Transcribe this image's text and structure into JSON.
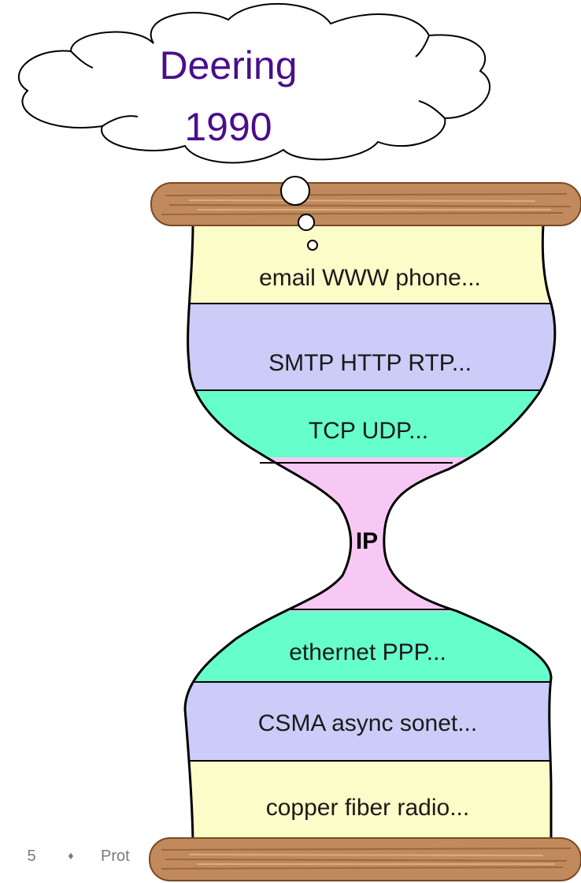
{
  "thought_bubble": {
    "line1": "Deering",
    "line2": "1990",
    "text_color": "#4a0e8c"
  },
  "hourglass": {
    "layers": [
      {
        "label": "email WWW phone...",
        "color": "#fcfcc8"
      },
      {
        "label": "SMTP HTTP RTP...",
        "color": "#ccccf8"
      },
      {
        "label": "TCP UDP...",
        "color": "#66ffcc"
      },
      {
        "label": "IP",
        "color": "#f8c8f4"
      },
      {
        "label": "ethernet PPP...",
        "color": "#66ffcc"
      },
      {
        "label": "CSMA async sonet...",
        "color": "#ccccf8"
      },
      {
        "label": "copper fiber radio...",
        "color": "#fcfcc8"
      }
    ],
    "wood_color": "#c08a5c"
  },
  "footer": {
    "page_number": "5",
    "bullet": "♦",
    "text": "Prot"
  }
}
